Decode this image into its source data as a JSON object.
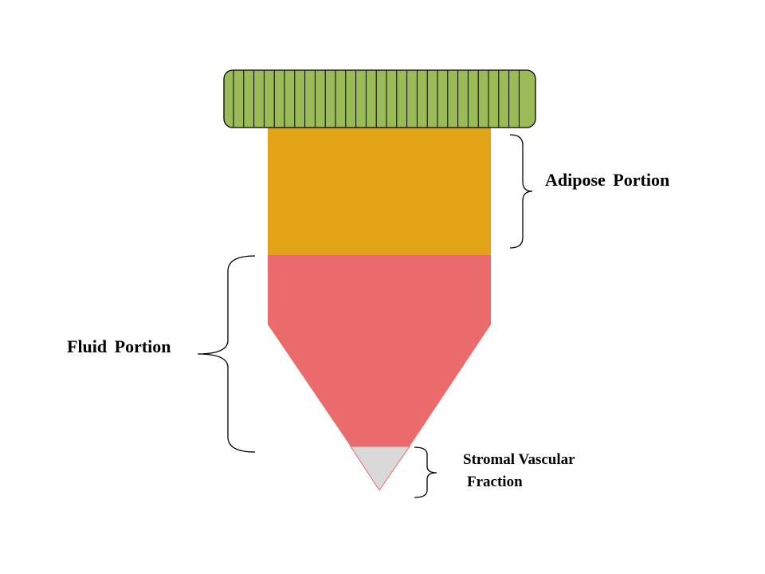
{
  "labels": {
    "adipose": "Adipose  Portion",
    "fluid": "Fluid  Portion",
    "svf_line1": "Stromal Vascular",
    "svf_line2": "Fraction"
  },
  "colors": {
    "cap": "#9bbb59",
    "adipose": "#e2a417",
    "fluid": "#eb6b6d",
    "svf": "#d9d9d9",
    "outline": "#000000"
  }
}
